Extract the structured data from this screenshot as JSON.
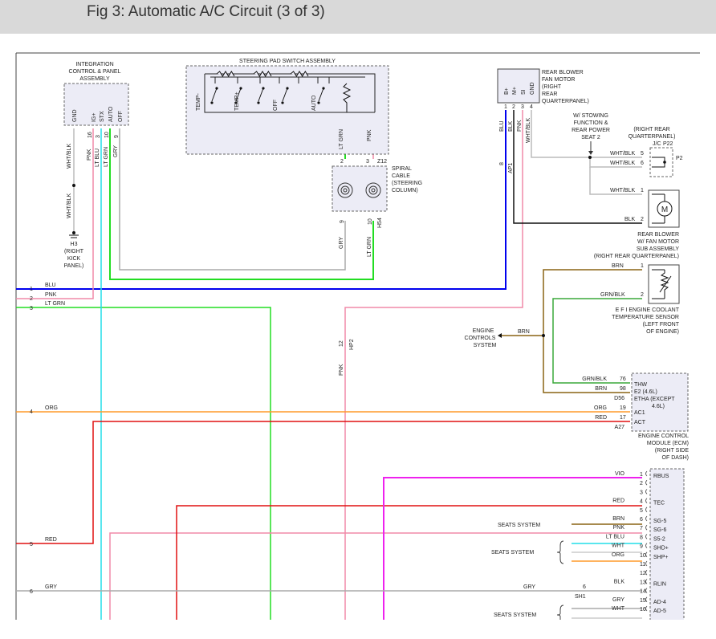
{
  "page": {
    "title": "Fig 3: Automatic A/C Circuit (3 of 3)"
  },
  "colors": {
    "blu": "#0000ee",
    "pnk": "#f08aa8",
    "ltgrn": "#22dd22",
    "gry": "#aaaaaa",
    "ltblu": "#22dde8",
    "org": "#ff9a2a",
    "red": "#e01010",
    "brn": "#8a6414",
    "grnblk": "#3aa83a",
    "vio": "#ee22ee",
    "blk": "#111111",
    "whtblk": "#bbbbbb",
    "wht": "#cccccc",
    "box_fill": "#ececf6"
  },
  "components": {
    "integration_panel": [
      "INTEGRATION",
      "CONTROL & PANEL",
      "ASSEMBLY"
    ],
    "integration_pins": [
      "GND",
      "IG+",
      "STX",
      "AUTO",
      "OFF"
    ],
    "integration_pin_nums": [
      "",
      "16",
      "3",
      "10",
      "9"
    ],
    "steering_pad": "STEERING PAD SWITCH ASSEMBLY",
    "steering_switches": [
      "TEMP-",
      "TEMP+",
      "OFF",
      "AUTO"
    ],
    "spiral_cable": [
      "SPIRAL",
      "CABLE",
      "(STEERING",
      "COLUMN)"
    ],
    "rear_blower_motor": [
      "REAR BLOWER",
      "FAN MOTOR",
      "(RIGHT",
      "REAR",
      "QUARTERPANEL)"
    ],
    "rear_blower_pins": [
      "B+",
      "M+",
      "SI",
      "GND"
    ],
    "stowing": [
      "W/ STOWING",
      "FUNCTION &",
      "REAR POWER",
      "SEAT 2"
    ],
    "right_rear_qp": "(RIGHT REAR",
    "right_rear_qp2": "QUARTERPANEL)",
    "jc": "J/C",
    "p22": "P22",
    "p2": "P2",
    "sub_assembly": [
      "REAR BLOWER",
      "W/ FAN MOTOR",
      "SUB ASSEMBLY",
      "(RIGHT REAR QUARTERPANEL)"
    ],
    "coolant_sensor": [
      "E F I ENGINE COOLANT",
      "TEMPERATURE SENSOR",
      "(LEFT FRONT",
      "OF ENGINE)"
    ],
    "engine_controls": [
      "ENGINE",
      "CONTROLS",
      "SYSTEM"
    ],
    "h3": [
      "H3",
      "(RIGHT",
      "KICK",
      "PANEL)"
    ],
    "ecm_pins": [
      "THW",
      "E2  (4.6L)",
      "ETHA  (EXCEPT",
      "4.6L)",
      "AC1",
      "ACT"
    ],
    "ecm": [
      "ENGINE CONTROL",
      "MODULE (ECM)",
      "(RIGHT SIDE",
      "OF DASH)"
    ],
    "seats_system": "SEATS SYSTEM"
  },
  "wire_labels": {
    "blu": "BLU",
    "pnk": "PNK",
    "ltgrn": "LT GRN",
    "ltblu": "LT BLU",
    "gry": "GRY",
    "whtblk": "WHT/BLK",
    "blk": "BLK",
    "brn": "BRN",
    "grnblk": "GRN/BLK",
    "org": "ORG",
    "red": "RED",
    "vio": "VIO",
    "wht": "WHT"
  },
  "connectors": {
    "z12": "Z12",
    "h54": "H54",
    "hp2": "HP2",
    "ap1": "AP1",
    "d56": "D56",
    "a27": "A27",
    "sh1": "SH1"
  },
  "left_numbers": [
    "1",
    "2",
    "3",
    "4",
    "5",
    "6"
  ],
  "ecm_rows": [
    {
      "wire": "GRN/BLK",
      "pin": "76"
    },
    {
      "wire": "BRN",
      "pin": "98"
    },
    {
      "wire": "ORG",
      "pin": "19"
    },
    {
      "wire": "RED",
      "pin": "17"
    }
  ],
  "bottom_pins": [
    {
      "num": "1",
      "label": "RBUS",
      "wire": "VIO"
    },
    {
      "num": "2",
      "label": "",
      "wire": ""
    },
    {
      "num": "3",
      "label": "",
      "wire": ""
    },
    {
      "num": "4",
      "label": "TEC",
      "wire": "RED"
    },
    {
      "num": "5",
      "label": "",
      "wire": ""
    },
    {
      "num": "6",
      "label": "SG-5",
      "wire": "BRN"
    },
    {
      "num": "7",
      "label": "SG-6",
      "wire": "PNK"
    },
    {
      "num": "8",
      "label": "S5-2",
      "wire": "LT BLU"
    },
    {
      "num": "9",
      "label": "SHD+",
      "wire": "WHT"
    },
    {
      "num": "10",
      "label": "SHP+",
      "wire": "ORG"
    },
    {
      "num": "11",
      "label": "",
      "wire": ""
    },
    {
      "num": "12",
      "label": "",
      "wire": ""
    },
    {
      "num": "13",
      "label": "RLIN",
      "wire": "BLK"
    },
    {
      "num": "14",
      "label": "",
      "wire": ""
    },
    {
      "num": "15",
      "label": "AD-4",
      "wire": "GRY"
    },
    {
      "num": "16",
      "label": "AD-5",
      "wire": "WHT"
    }
  ]
}
